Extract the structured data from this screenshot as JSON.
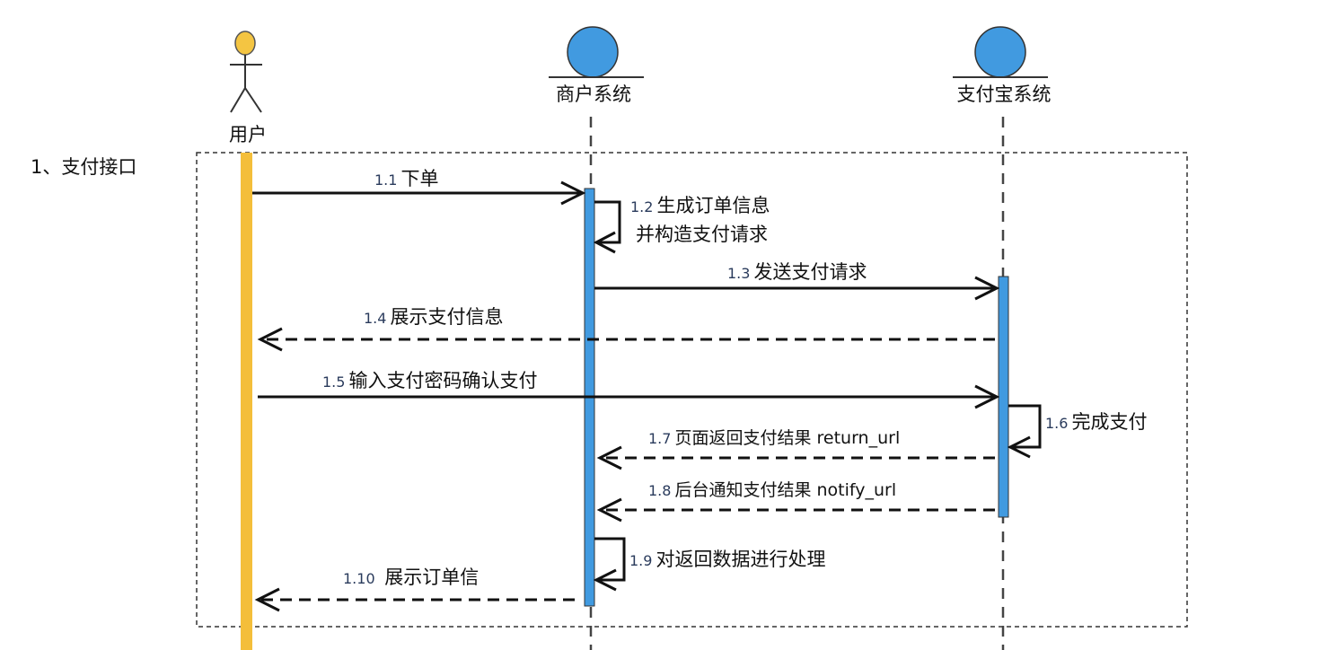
{
  "colors": {
    "user_activation": "#F4BE3A",
    "system_activation": "#419AE0",
    "actor_head": "#F4C542",
    "boundary_circle": "#419AE0",
    "line": "#111111"
  },
  "participants": {
    "user": {
      "label": "用户",
      "icon": "actor-stick-figure-icon"
    },
    "merchant": {
      "label": "商户系统",
      "icon": "boundary-circle-icon"
    },
    "alipay": {
      "label": "支付宝系统",
      "icon": "boundary-circle-icon"
    }
  },
  "fragment": {
    "label": "1、支付接口"
  },
  "messages": [
    {
      "id": "1.1",
      "num": "1.1",
      "text": "下单",
      "from": "user",
      "to": "merchant",
      "kind": "sync"
    },
    {
      "id": "1.2",
      "num": "1.2",
      "text": "生成订单信息",
      "text2": "并构造支付请求",
      "from": "merchant",
      "to": "merchant",
      "kind": "self"
    },
    {
      "id": "1.3",
      "num": "1.3",
      "text": "发送支付请求",
      "from": "merchant",
      "to": "alipay",
      "kind": "sync"
    },
    {
      "id": "1.4",
      "num": "1.4",
      "text": "展示支付信息",
      "from": "alipay",
      "to": "user",
      "kind": "return"
    },
    {
      "id": "1.5",
      "num": "1.5",
      "text": "输入支付密码确认支付",
      "from": "user",
      "to": "alipay",
      "kind": "sync"
    },
    {
      "id": "1.6",
      "num": "1.6",
      "text": "完成支付",
      "from": "alipay",
      "to": "alipay",
      "kind": "self"
    },
    {
      "id": "1.7",
      "num": "1.7",
      "text": "页面返回支付结果 return_url",
      "from": "alipay",
      "to": "merchant",
      "kind": "return"
    },
    {
      "id": "1.8",
      "num": "1.8",
      "text": "后台通知支付结果 notify_url",
      "from": "alipay",
      "to": "merchant",
      "kind": "return"
    },
    {
      "id": "1.9",
      "num": "1.9",
      "text": "对返回数据进行处理",
      "from": "merchant",
      "to": "merchant",
      "kind": "self"
    },
    {
      "id": "1.10",
      "num": "1.10",
      "text": " 展示订单信",
      "from": "merchant",
      "to": "user",
      "kind": "return"
    }
  ]
}
